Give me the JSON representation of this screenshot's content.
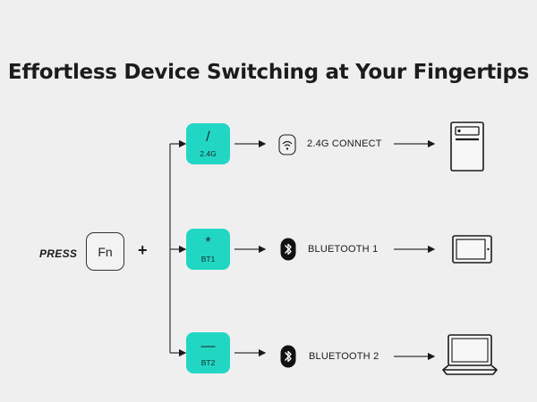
{
  "title": "Effortless Device Switching at Your Fingertips",
  "press_label": "PRESS",
  "fn_key_label": "Fn",
  "plus_symbol": "+",
  "accent_color": "#22d6c4",
  "modes": [
    {
      "key_symbol": "/",
      "key_label": "2.4G",
      "icon": "wifi-icon",
      "label": "2.4G CONNECT",
      "device": "desktop-tower-icon"
    },
    {
      "key_symbol": "*",
      "key_label": "BT1",
      "icon": "bluetooth-icon",
      "label": "BLUETOOTH 1",
      "device": "tablet-icon"
    },
    {
      "key_symbol": "—",
      "key_label": "BT2",
      "icon": "bluetooth-icon",
      "label": "BLUETOOTH 2",
      "device": "laptop-icon"
    }
  ]
}
